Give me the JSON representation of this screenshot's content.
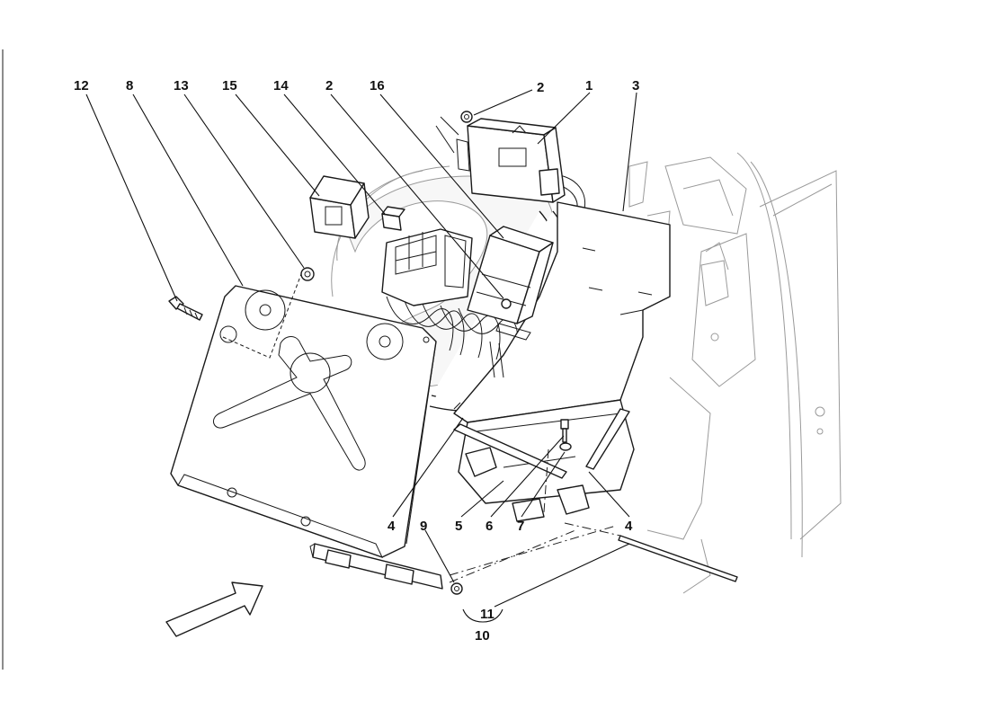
{
  "diagram": {
    "callouts": [
      {
        "id": "c12",
        "label": "12"
      },
      {
        "id": "c8",
        "label": "8"
      },
      {
        "id": "c13",
        "label": "13"
      },
      {
        "id": "c15",
        "label": "15"
      },
      {
        "id": "c14",
        "label": "14"
      },
      {
        "id": "c2a",
        "label": "2"
      },
      {
        "id": "c16",
        "label": "16"
      },
      {
        "id": "c2b",
        "label": "2"
      },
      {
        "id": "c1",
        "label": "1"
      },
      {
        "id": "c3",
        "label": "3"
      },
      {
        "id": "c4a",
        "label": "4"
      },
      {
        "id": "c9",
        "label": "9"
      },
      {
        "id": "c5",
        "label": "5"
      },
      {
        "id": "c6",
        "label": "6"
      },
      {
        "id": "c7",
        "label": "7"
      },
      {
        "id": "c4b",
        "label": "4"
      },
      {
        "id": "c11",
        "label": "11"
      },
      {
        "id": "c10",
        "label": "10"
      }
    ]
  }
}
